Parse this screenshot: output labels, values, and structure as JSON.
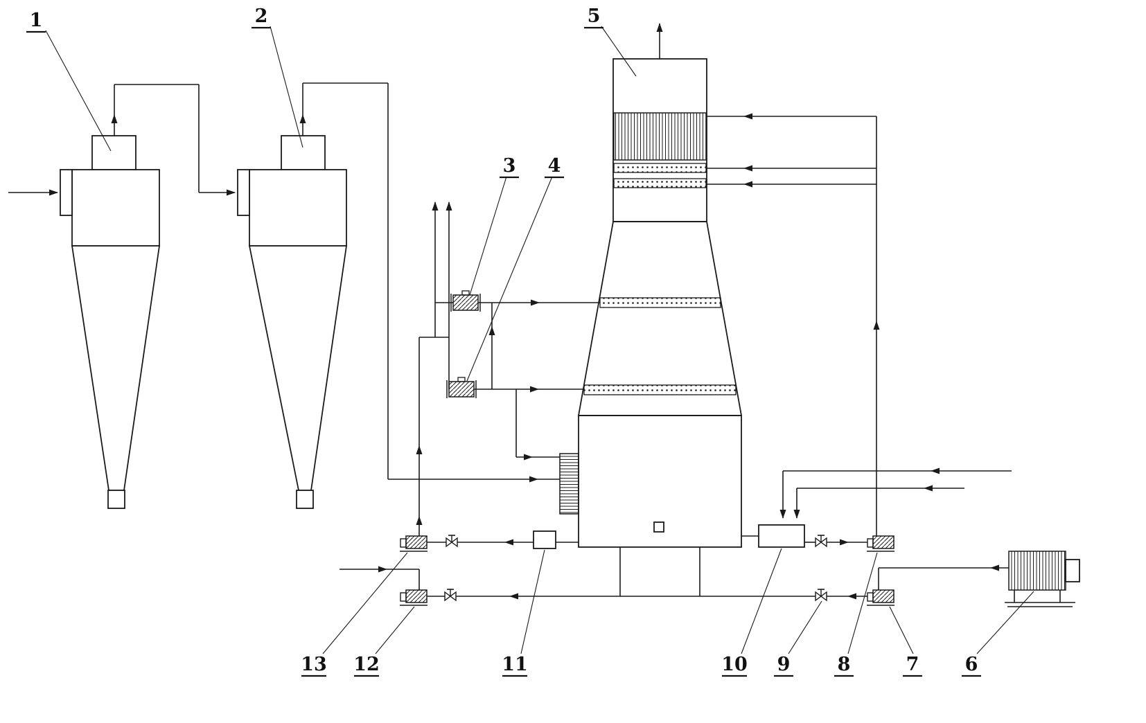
{
  "diagram": {
    "type": "process-flow-diagram",
    "colors": {
      "line": "#1a1a1a",
      "background": "#ffffff"
    },
    "labels": [
      "1",
      "2",
      "3",
      "4",
      "5",
      "6",
      "7",
      "8",
      "9",
      "10",
      "11",
      "12",
      "13"
    ]
  }
}
